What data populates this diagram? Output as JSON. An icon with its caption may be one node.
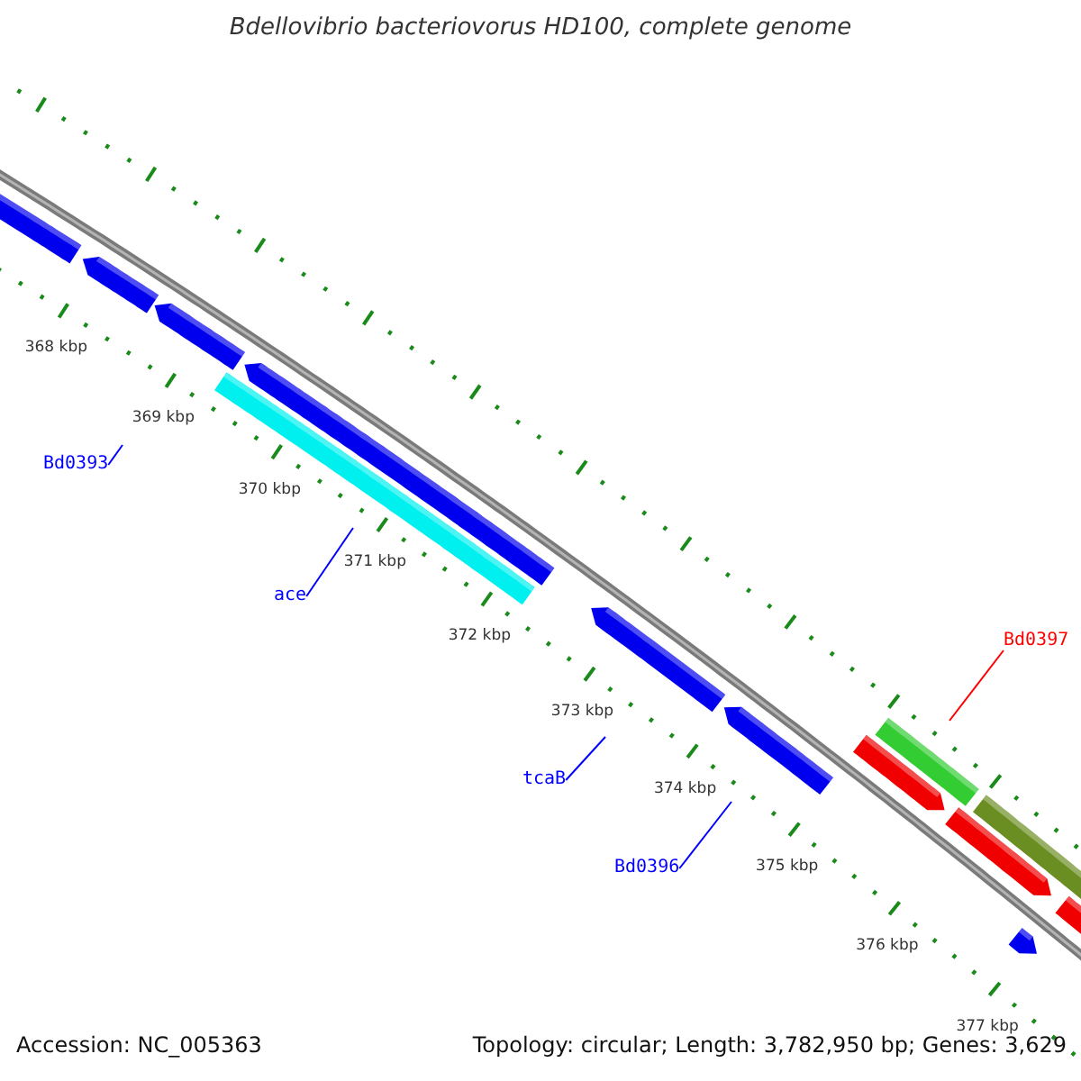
{
  "diagram": {
    "title": "Bdellovibrio bacteriovorus HD100, complete genome",
    "nodes": [
      {
        "text": [
          "Bd0393"
        ]
      },
      {
        "text": [
          "ace"
        ]
      },
      {
        "text": [
          "Bd0397"
        ]
      },
      {
        "text": [
          "tcaB"
        ]
      },
      {
        "text": [
          "Bd0396"
        ]
      }
    ],
    "edges": [
      {
        "from": 0,
        "to": null,
        "arrow": "none"
      },
      {
        "from": 1,
        "to": null,
        "arrow": "none"
      },
      {
        "from": 2,
        "to": null,
        "arrow": "none",
        "color": "#ff0000"
      },
      {
        "from": 3,
        "to": null,
        "arrow": "none"
      },
      {
        "from": 4,
        "to": null,
        "arrow": "none"
      }
    ],
    "labels": [
      "368 kbp",
      "369 kbp",
      "370 kbp",
      "371 kbp",
      "372 kbp",
      "373 kbp",
      "374 kbp",
      "375 kbp",
      "376 kbp",
      "377 kbp",
      "Accession: NC_005363",
      "Topology: circular; Length: 3,782,950 bp; Genes: 3,629"
    ]
  }
}
